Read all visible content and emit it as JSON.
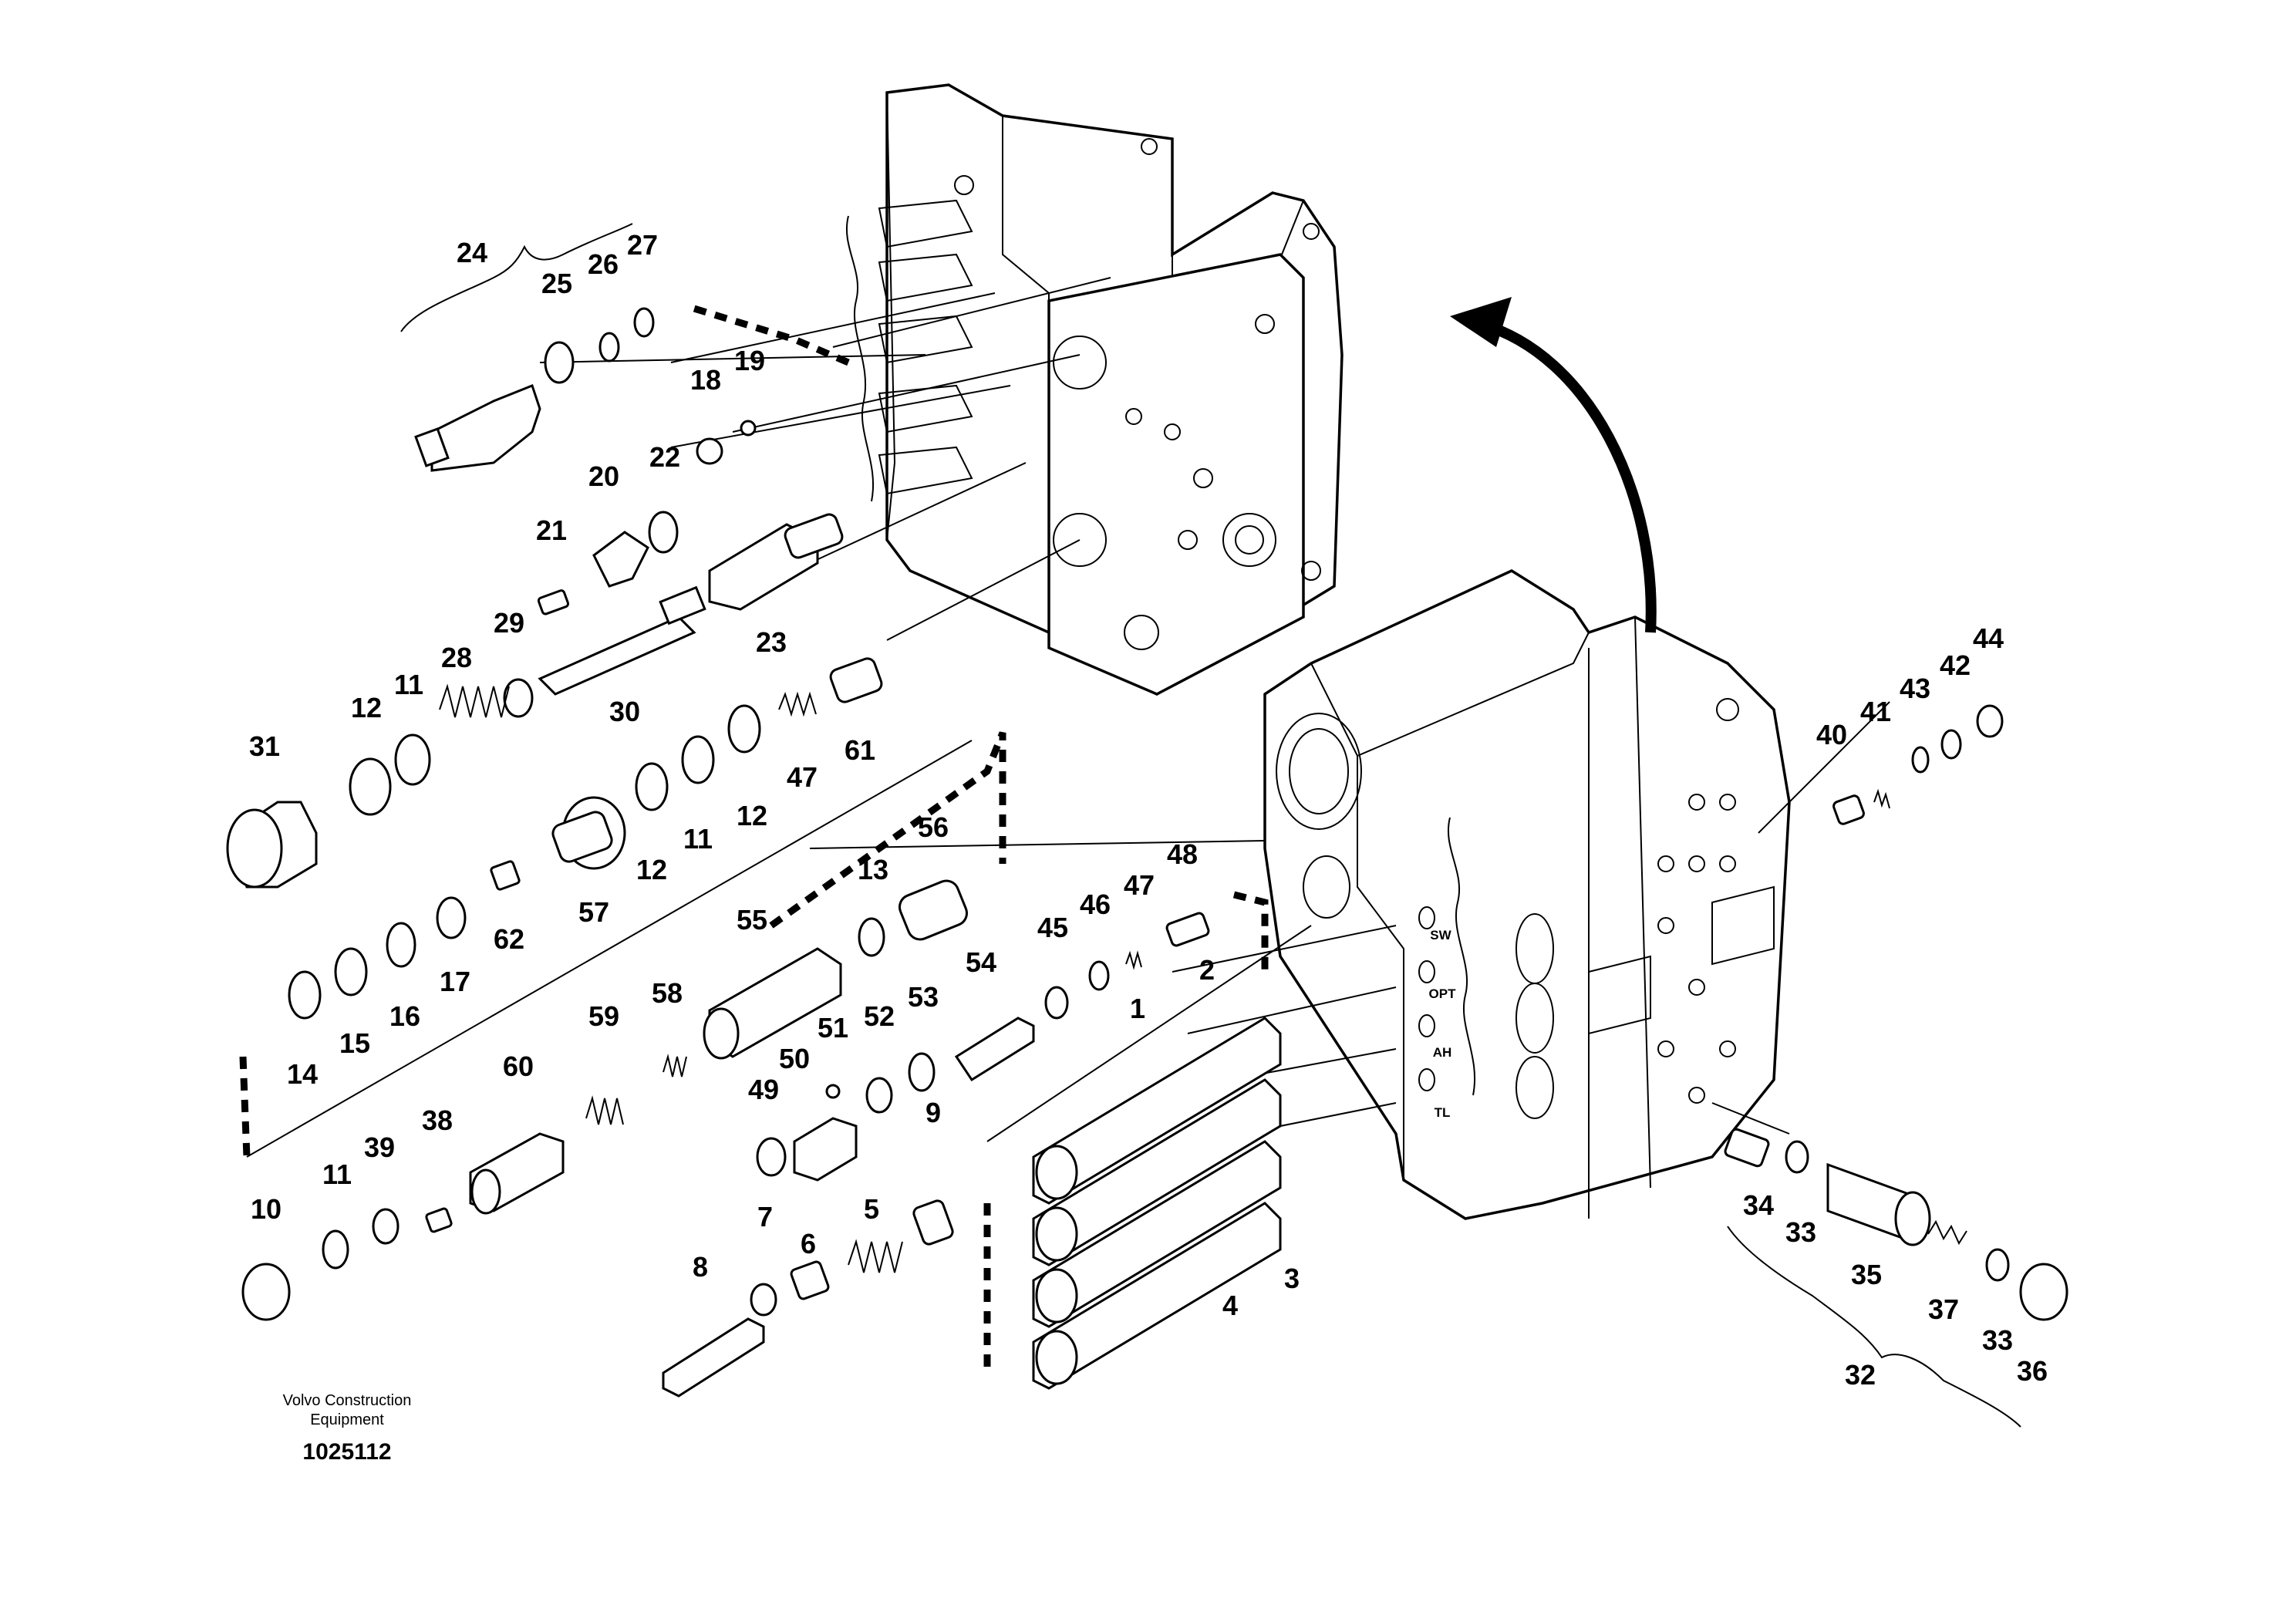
{
  "caption": {
    "line1": "Volvo Construction",
    "line2": "Equipment",
    "drawing_number": "1025112"
  },
  "port_labels": [
    "SW",
    "OPT",
    "AH",
    "TL"
  ],
  "callouts": [
    "1",
    "2",
    "3",
    "4",
    "5",
    "6",
    "7",
    "8",
    "9",
    "10",
    "11",
    "11",
    "11",
    "12",
    "12",
    "12",
    "13",
    "14",
    "15",
    "16",
    "17",
    "18",
    "19",
    "20",
    "21",
    "22",
    "23",
    "24",
    "25",
    "26",
    "27",
    "28",
    "29",
    "30",
    "31",
    "32",
    "33",
    "33",
    "34",
    "35",
    "36",
    "37",
    "38",
    "39",
    "40",
    "41",
    "42",
    "43",
    "44",
    "45",
    "46",
    "47",
    "47",
    "48",
    "49",
    "50",
    "51",
    "52",
    "53",
    "54",
    "55",
    "56",
    "57",
    "58",
    "59",
    "60",
    "61",
    "62"
  ]
}
